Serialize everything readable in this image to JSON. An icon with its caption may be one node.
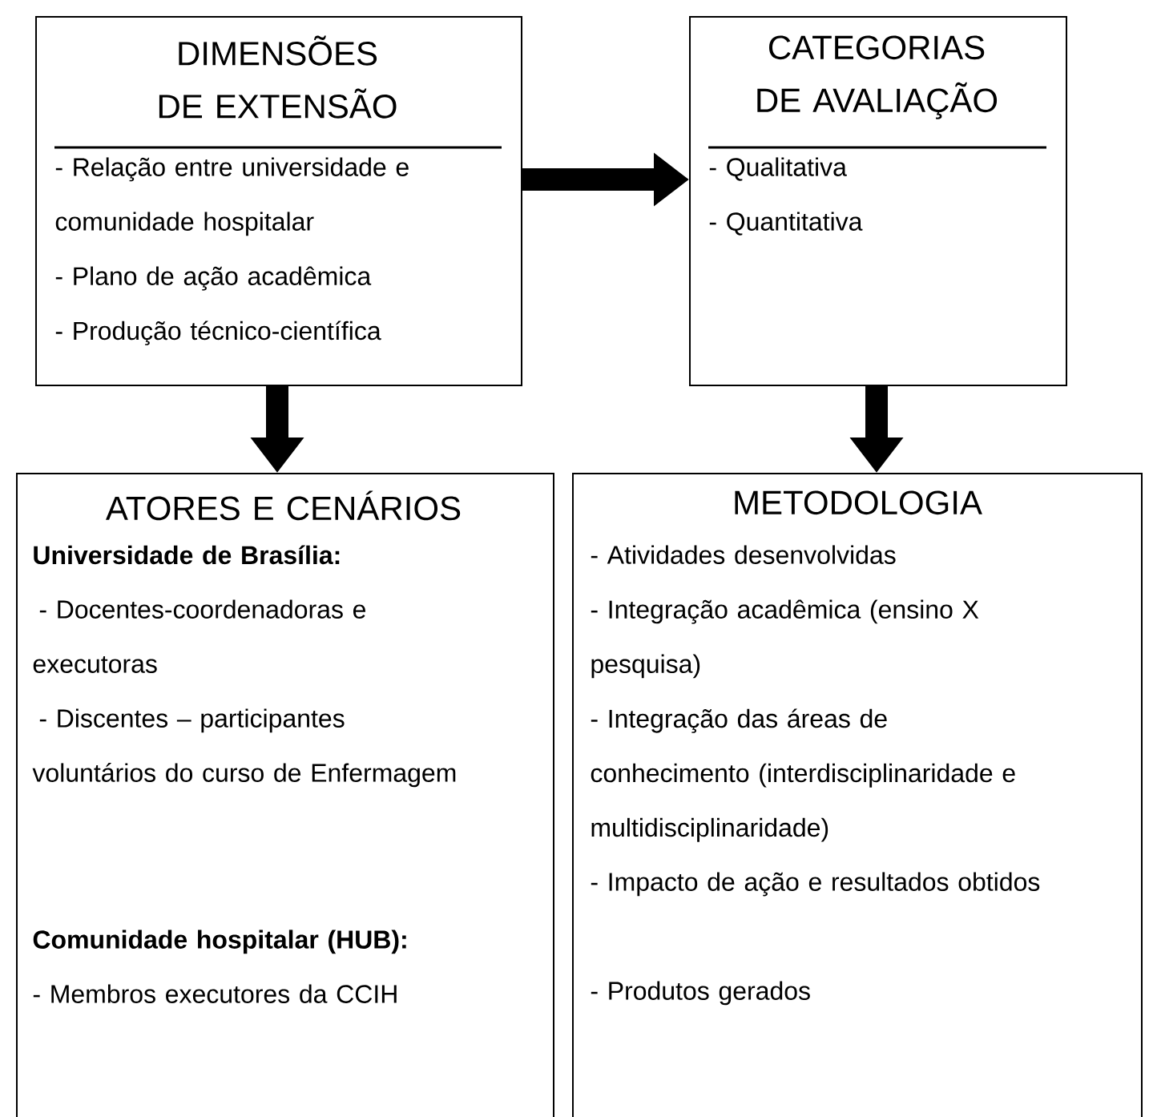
{
  "diagram": {
    "nodes": [
      {
        "text": [
          "DIMENSÕES DE EXTENSÃO",
          "- Relação entre universidade e comunidade hospitalar",
          "- Plano de ação acadêmica",
          "- Produção técnico-científica"
        ]
      },
      {
        "text": [
          "CATEGORIAS DE AVALIAÇÃO",
          "- Qualitativa",
          "- Quantitativa"
        ]
      },
      {
        "text": [
          "ATORES E CENÁRIOS",
          "Universidade de Brasília:",
          "- Docentes-coordenadoras e executoras",
          "- Discentes – participantes voluntários do curso de Enfermagem",
          "Comunidade hospitalar (HUB):",
          "- Membros executores da CCIH"
        ]
      },
      {
        "text": [
          "METODOLOGIA",
          "- Atividades desenvolvidas",
          "- Integração acadêmica (ensino X pesquisa)",
          "- Integração das áreas de conhecimento (interdisciplinaridade e multidisciplinaridade)",
          "- Impacto de ação e resultados obtidos",
          "- Produtos gerados"
        ]
      }
    ],
    "edges": [
      {
        "from": 0,
        "to": 1,
        "arrow": "to"
      },
      {
        "from": 0,
        "to": 2,
        "arrow": "to"
      },
      {
        "from": 1,
        "to": 3,
        "arrow": "to"
      }
    ]
  }
}
